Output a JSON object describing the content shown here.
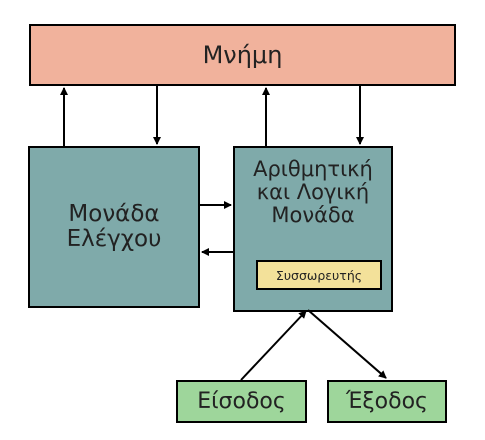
{
  "diagram": {
    "memory_label": "Μνήμη",
    "control_unit_label": "Μονάδα\nΕλέγχου",
    "alu_label": "Αριθμητική\nκαι Λογική\nΜονάδα",
    "accumulator_label": "Συσσωρευτής",
    "input_label": "Είσοδος",
    "output_label": "Έξοδος"
  },
  "colors": {
    "memory": "#F1B29C",
    "units": "#7FAAAA",
    "accumulator": "#F3E19A",
    "io": "#9ED69B",
    "stroke": "#000000"
  }
}
